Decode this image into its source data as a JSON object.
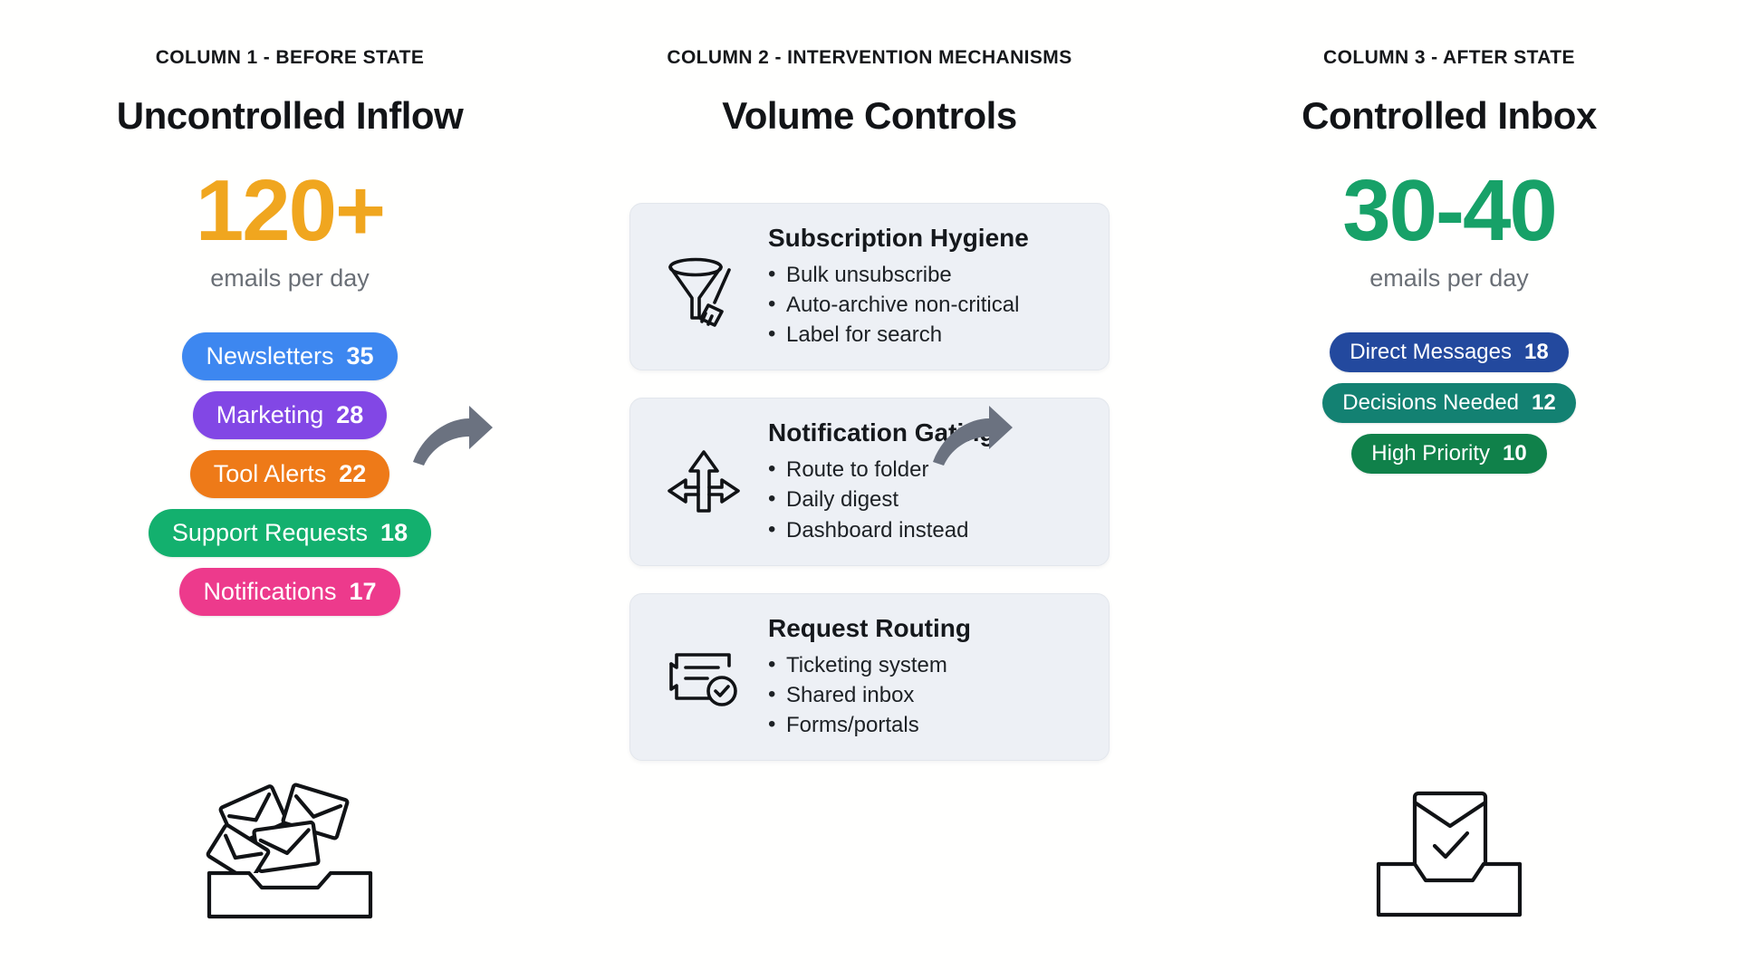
{
  "columns": [
    {
      "kicker": "COLUMN 1 - BEFORE STATE",
      "title": "Uncontrolled Inflow",
      "metric": "120+",
      "metric_color": "#F0A61F",
      "metric_sub": "emails per day",
      "pills": [
        {
          "label": "Newsletters",
          "value": "35",
          "color": "#3D87F0"
        },
        {
          "label": "Marketing",
          "value": "28",
          "color": "#8247E5"
        },
        {
          "label": "Tool Alerts",
          "value": "22",
          "color": "#EE7A18"
        },
        {
          "label": "Support Requests",
          "value": "18",
          "color": "#13B06E"
        },
        {
          "label": "Notifications",
          "value": "17",
          "color": "#ED3A8C"
        }
      ],
      "illustration": "overflowing-envelopes-icon"
    },
    {
      "kicker": "COLUMN 2 - INTERVENTION MECHANISMS",
      "title": "Volume Controls",
      "cards": [
        {
          "icon": "funnel-broom-icon",
          "title": "Subscription Hygiene",
          "bullets": [
            "Bulk unsubscribe",
            "Auto-archive non-critical",
            "Label for search"
          ]
        },
        {
          "icon": "route-split-arrows-icon",
          "title": "Notification Gating",
          "bullets": [
            "Route to folder",
            "Daily digest",
            "Dashboard instead"
          ]
        },
        {
          "icon": "ticket-check-icon",
          "title": "Request Routing",
          "bullets": [
            "Ticketing system",
            "Shared inbox",
            "Forms/portals"
          ]
        }
      ]
    },
    {
      "kicker": "COLUMN 3 - AFTER STATE",
      "title": "Controlled Inbox",
      "metric": "30-40",
      "metric_color": "#17A168",
      "metric_sub": "emails per day",
      "pills": [
        {
          "label": "Direct Messages",
          "value": "18",
          "color": "#23499E"
        },
        {
          "label": "Decisions Needed",
          "value": "12",
          "color": "#138172"
        },
        {
          "label": "High Priority",
          "value": "10",
          "color": "#10814A"
        }
      ],
      "illustration": "inbox-tray-check-icon"
    }
  ],
  "arrows": [
    {
      "name": "flow-arrow-before-to-controls",
      "color": "#6B7280"
    },
    {
      "name": "flow-arrow-controls-to-after",
      "color": "#6B7280"
    }
  ],
  "theme": {
    "background": "#FFFFFE",
    "card_background": "#EDF0F5",
    "card_border": "#E2E6EC",
    "text_primary": "#15181C",
    "text_muted": "#6A6F76"
  }
}
